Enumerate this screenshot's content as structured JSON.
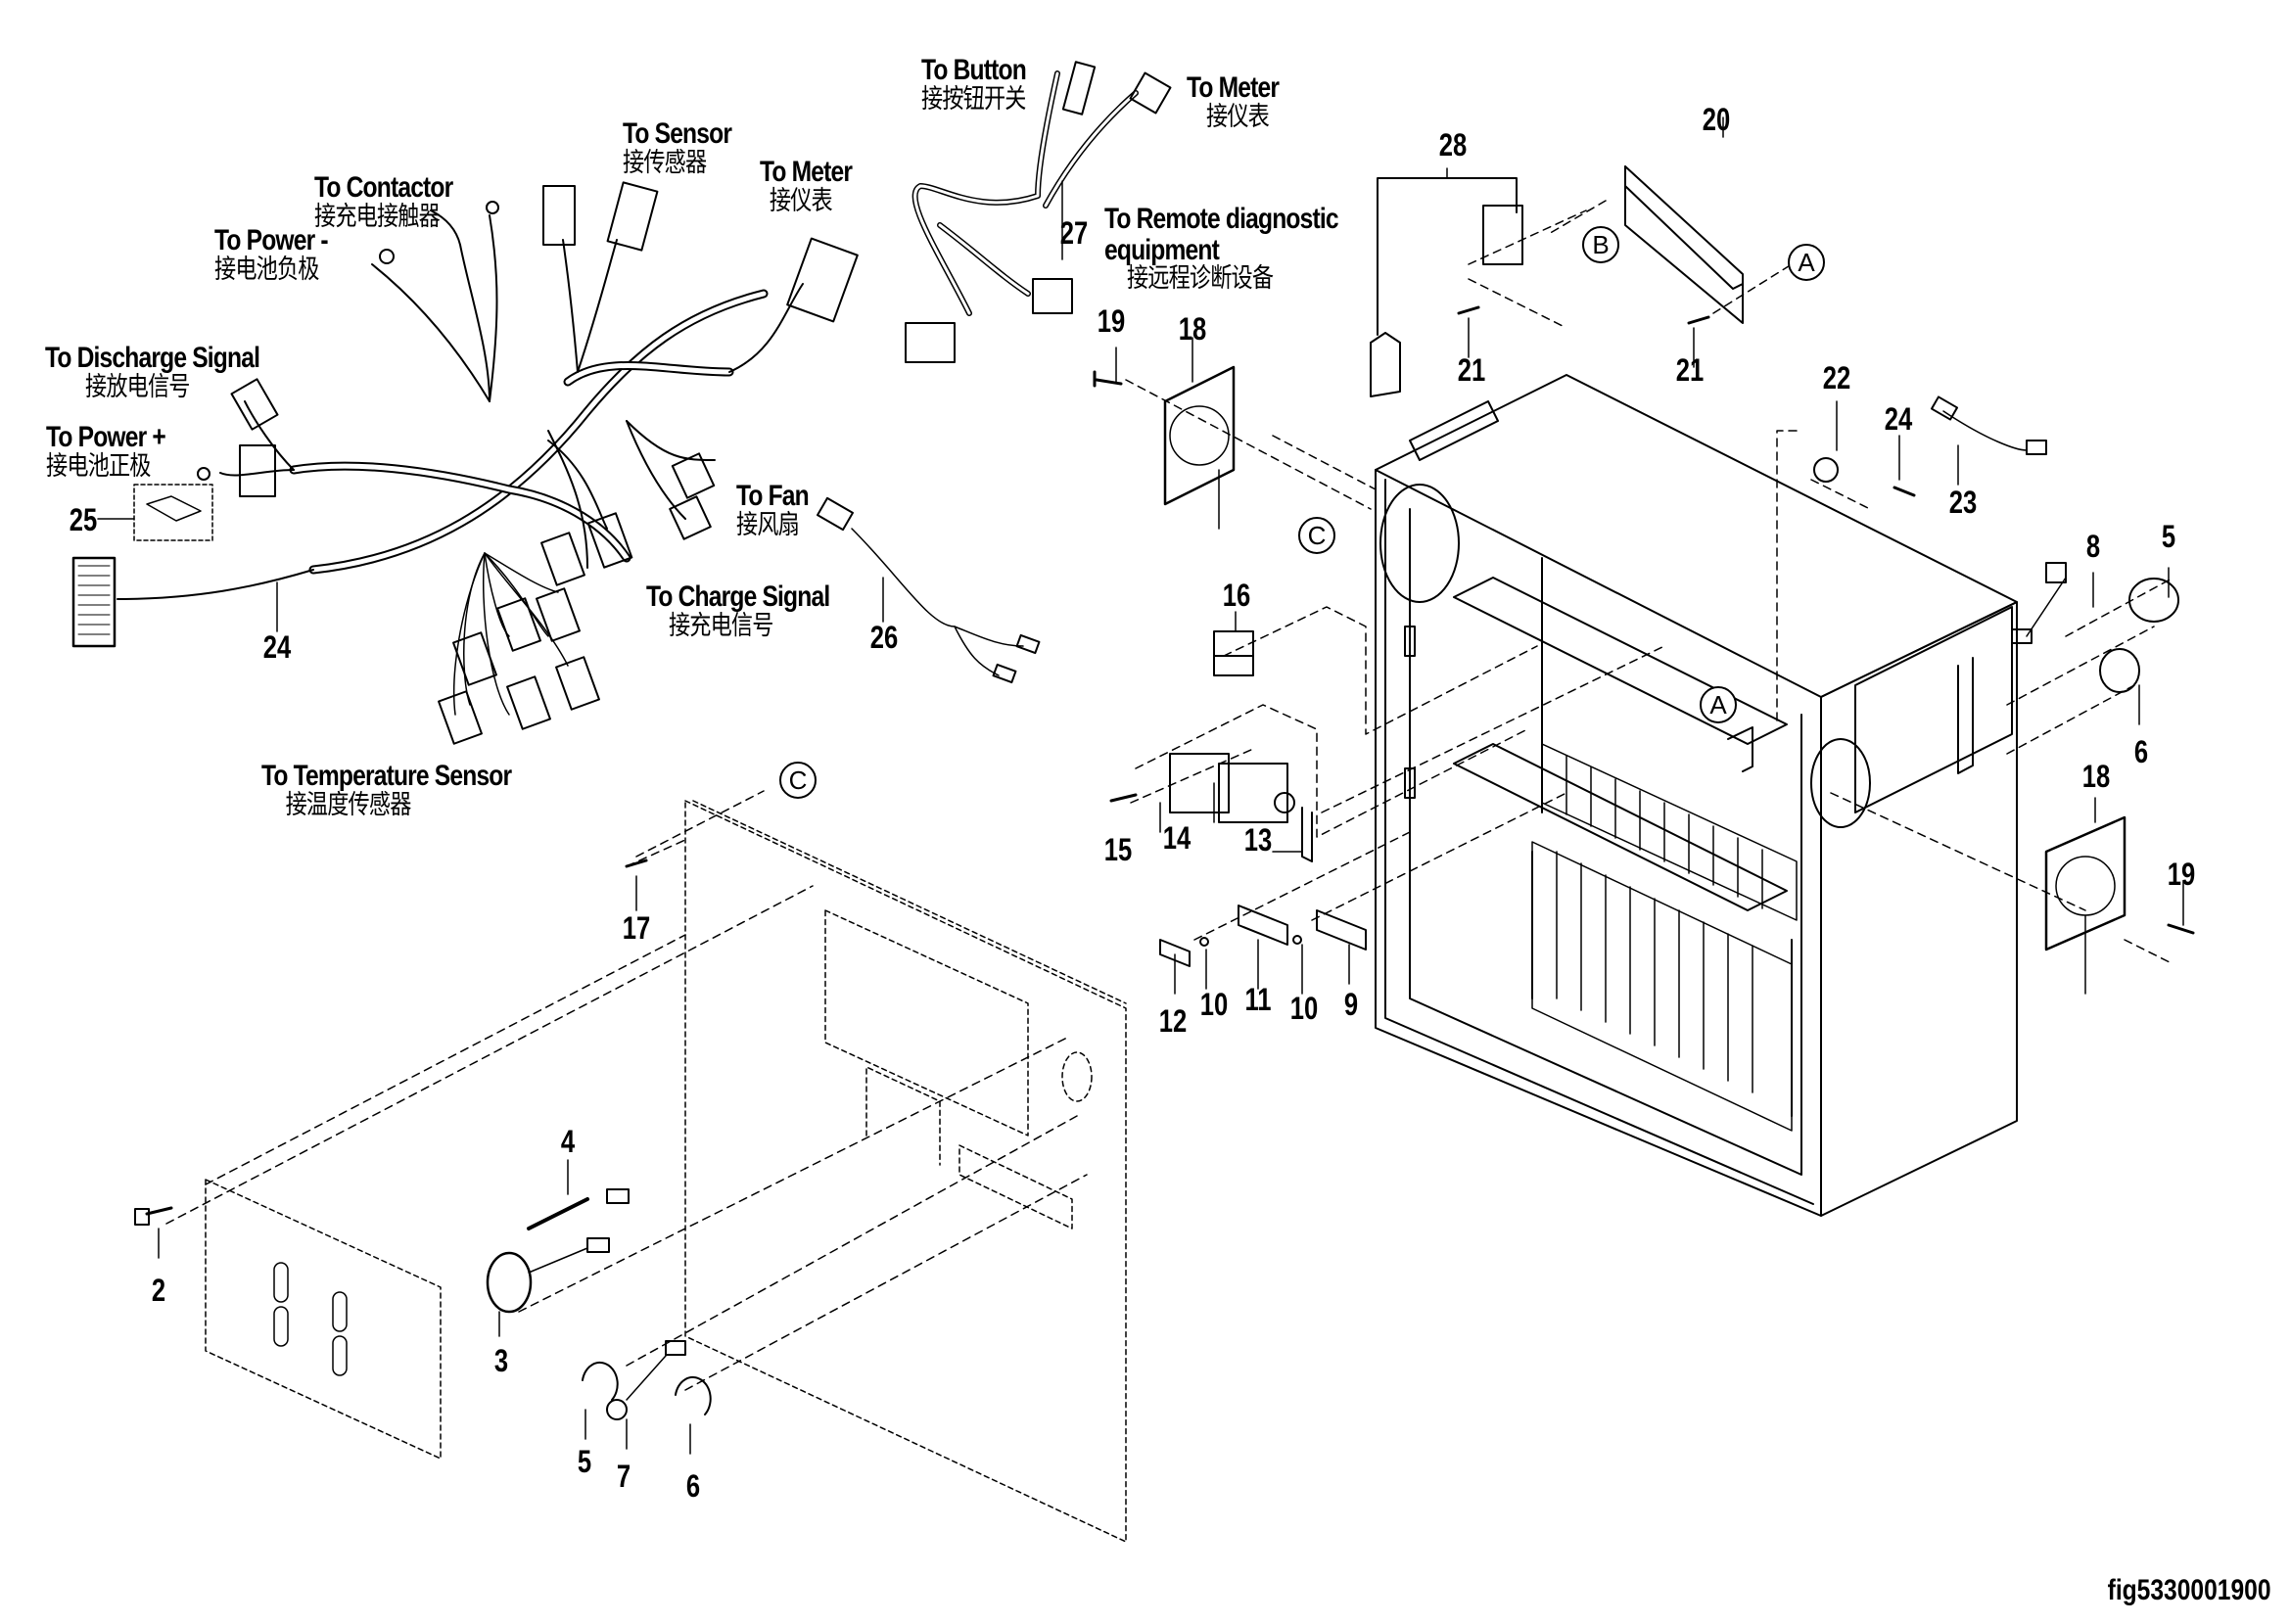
{
  "figure_id": "fig5330001900",
  "connection_labels": [
    {
      "id": "to-button",
      "en": "To Button",
      "zh": "接按钮开关"
    },
    {
      "id": "to-meter-top",
      "en": "To Meter",
      "zh": "接仪表"
    },
    {
      "id": "to-sensor",
      "en": "To Sensor",
      "zh": "接传感器"
    },
    {
      "id": "to-meter",
      "en": "To Meter",
      "zh": "接仪表"
    },
    {
      "id": "to-contactor",
      "en": "To Contactor",
      "zh": "接充电接触器"
    },
    {
      "id": "to-power-neg",
      "en": "To Power -",
      "zh": "接电池负极"
    },
    {
      "id": "to-discharge-signal",
      "en": "To Discharge Signal",
      "zh": "接放电信号"
    },
    {
      "id": "to-power-pos",
      "en": "To Power +",
      "zh": "接电池正极"
    },
    {
      "id": "to-fan",
      "en": "To Fan",
      "zh": "接风扇"
    },
    {
      "id": "to-charge-signal",
      "en": "To Charge Signal",
      "zh": "接充电信号"
    },
    {
      "id": "to-temperature-sensor",
      "en": "To Temperature Sensor",
      "zh": "接温度传感器"
    },
    {
      "id": "to-remote-diagnostic",
      "en": "To Remote diagnostic",
      "en2": "equipment",
      "zh": "接远程诊断设备"
    }
  ],
  "callouts": [
    "2",
    "3",
    "4",
    "5",
    "6",
    "7",
    "5",
    "6",
    "8",
    "9",
    "10",
    "10",
    "11",
    "12",
    "13",
    "14",
    "15",
    "16",
    "17",
    "18",
    "18",
    "19",
    "19",
    "20",
    "21",
    "21",
    "22",
    "23",
    "24",
    "24",
    "25",
    "26",
    "27",
    "28"
  ],
  "reference_markers": [
    "A",
    "A",
    "B",
    "C",
    "C"
  ]
}
